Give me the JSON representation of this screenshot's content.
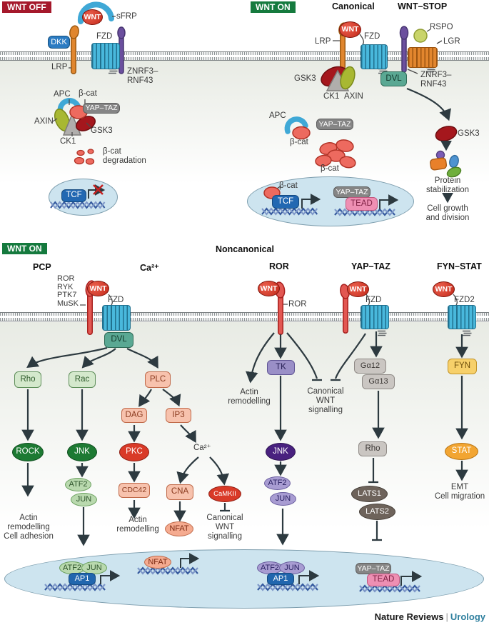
{
  "colors": {
    "badge_off_red": "#a5182b",
    "badge_on_green": "#157a3e",
    "wnt_red": "#c22718",
    "fzd_cyan": "#49b8dc",
    "lrp_orange": "#e0862e",
    "znrf3_purple": "#6b4f9e",
    "dvl_teal": "#5aa893",
    "nucleus_blue": "#cde4ef",
    "dna_blue": "#35599e",
    "footer_teal": "#2e7f9e",
    "arrow_dark": "#2d3a40"
  },
  "badges": {
    "off": "WNT OFF",
    "on": "WNT ON"
  },
  "headers": {
    "canonical": "Canonical",
    "wnt_stop": "WNT–STOP",
    "noncanonical": "Noncanonical",
    "pcp": "PCP",
    "ca": "Ca²⁺",
    "ror": "ROR",
    "yap": "YAP–TAZ",
    "fyn": "FYN–STAT"
  },
  "off": {
    "sfrp": "sFRP",
    "wnt": "WNT",
    "dkk": "DKK",
    "lrp": "LRP",
    "fzd": "FZD",
    "znrf3": "ZNRF3–\nRNF43",
    "apc": "APC",
    "bcat": "β-cat",
    "yaptaz": "YAP–TAZ",
    "axin": "AXIN",
    "gsk3": "GSK3",
    "ck1": "CK1",
    "degradation": "β-cat\ndegradation",
    "tcf": "TCF"
  },
  "canon": {
    "wnt": "WNT",
    "lrp": "LRP",
    "fzd": "FZD",
    "gsk3": "GSK3",
    "ck1": "CK1",
    "axin": "AXIN",
    "dvl": "DVL",
    "apc": "APC",
    "bcat": "β-cat",
    "yaptaz": "YAP–TAZ",
    "bcat_pool": "β-cat",
    "nuc_bcat": "β-cat",
    "tcf": "TCF",
    "nuc_yaptaz": "YAP–TAZ",
    "tead": "TEAD"
  },
  "stop": {
    "rspo": "RSPO",
    "lgr": "LGR",
    "znrf3": "ZNRF3–\nRNF43",
    "gsk3": "GSK3",
    "protein": "Protein\nstabilization",
    "growth": "Cell growth\nand division"
  },
  "pcp": {
    "receptors": "ROR\nRYK\nPTK7\nMuSK",
    "wnt": "WNT",
    "fzd": "FZD",
    "dvl": "DVL",
    "rho": "Rho",
    "rac": "Rac",
    "plc": "PLC",
    "rock": "ROCK",
    "jnk": "JNK",
    "atf2": "ATF2",
    "jun": "JUN",
    "dag": "DAG",
    "pkc": "PKC",
    "cdc42": "CDC42",
    "ip3": "IP3",
    "ca": "Ca²⁺",
    "cna": "CNA",
    "camkii": "CaMKII",
    "nfat": "NFAT",
    "actin_adhesion": "Actin\nremodelling\nCell adhesion",
    "actin": "Actin\nremodelling",
    "canonical_wnt": "Canonical\nWNT\nsignalling"
  },
  "ror": {
    "wnt": "WNT",
    "ror": "ROR",
    "tk": "TK",
    "actin": "Actin\nremodelling",
    "canonical_wnt": "Canonical\nWNT\nsignalling",
    "jnk": "JNK",
    "atf2": "ATF2",
    "jun": "JUN"
  },
  "yap": {
    "wnt": "WNT",
    "fzd": "FZD",
    "ga12": "Gα12",
    "ga13": "Gα13",
    "rho": "Rho",
    "lats1": "LATS1",
    "lats2": "LATS2"
  },
  "fyn": {
    "wnt": "WNT",
    "fzd2": "FZD2",
    "fyn": "FYN",
    "stat": "STAT",
    "emt": "EMT\nCell migration"
  },
  "nucleus": {
    "atf2_g": "ATF2",
    "jun_g": "JUN",
    "ap1_g": "AP1",
    "nfat": "NFAT",
    "atf2_p": "ATF2",
    "jun_p": "JUN",
    "ap1_p": "AP1",
    "yaptaz": "YAP–TAZ",
    "tead": "TEAD"
  },
  "footer": {
    "journal": "Nature Reviews",
    "sep": "|",
    "topic": "Urology"
  }
}
